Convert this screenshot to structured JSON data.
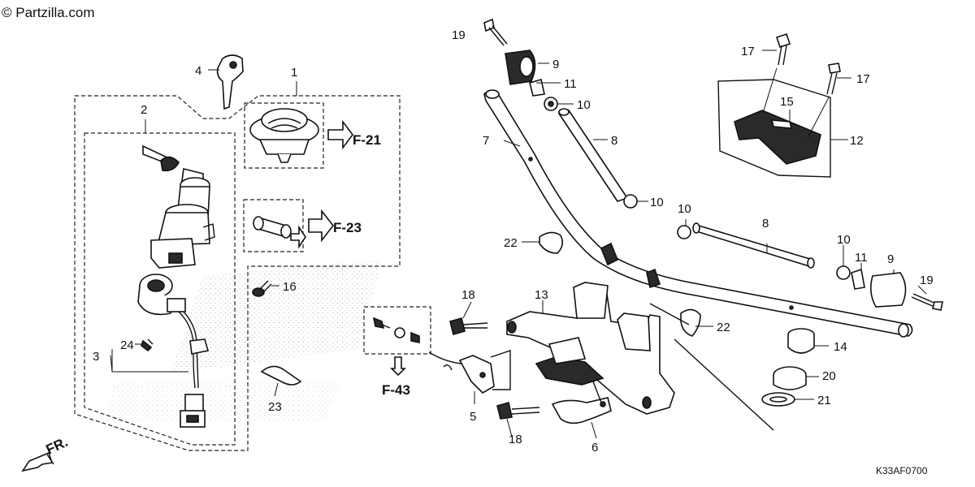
{
  "credit": "© Partzilla.com",
  "diagram_code": "K33AF0700",
  "front_label": "FR.",
  "callouts": [
    "1",
    "2",
    "3",
    "4",
    "5",
    "6",
    "7",
    "8",
    "8",
    "9",
    "9",
    "10",
    "10",
    "10",
    "10",
    "11",
    "11",
    "12",
    "13",
    "14",
    "15",
    "16",
    "17",
    "17",
    "18",
    "18",
    "19",
    "19",
    "20",
    "21",
    "22",
    "22",
    "23",
    "24"
  ],
  "refs": [
    "F-21",
    "F-23",
    "F-43"
  ]
}
